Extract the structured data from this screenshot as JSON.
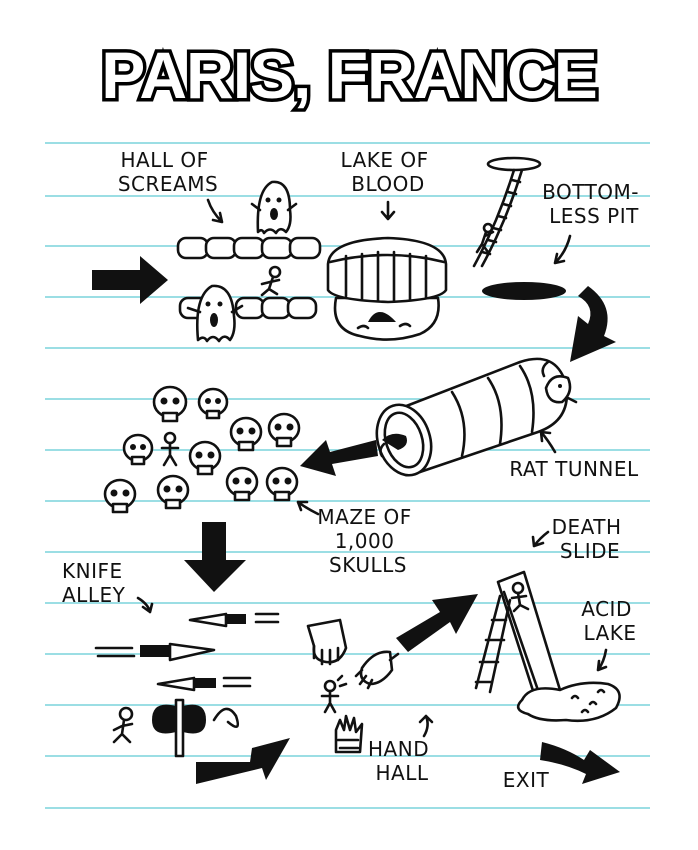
{
  "title": "PARIS, FRANCE",
  "labels": {
    "hall_of_screams": [
      "HALL OF",
      "SCREAMS"
    ],
    "lake_of_blood": [
      "LAKE OF",
      "BLOOD"
    ],
    "bottomless_pit": [
      "BOTTOM-",
      "LESS PIT"
    ],
    "rat_tunnel": [
      "RAT TUNNEL"
    ],
    "maze_of_skulls": [
      "MAZE OF",
      "1,000",
      "SKULLS"
    ],
    "knife_alley": [
      "KNIFE",
      "ALLEY"
    ],
    "death_slide": [
      "DEATH",
      "SLIDE"
    ],
    "acid_lake": [
      "ACID",
      "LAKE"
    ],
    "hand_hall": [
      "HAND",
      "HALL"
    ],
    "exit": [
      "EXIT"
    ]
  },
  "colors": {
    "ruled_line": "#7ad3dc",
    "ink": "#111111",
    "paper": "#ffffff"
  },
  "icons": [
    "ghost-icon",
    "skull-icon",
    "rat-icon",
    "knife-icon",
    "axe-icon",
    "hand-icon",
    "ladder-icon",
    "stick-figure-icon",
    "arrow-icon"
  ]
}
